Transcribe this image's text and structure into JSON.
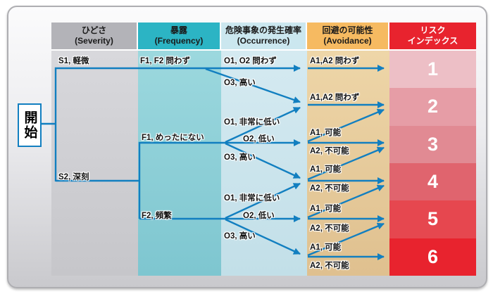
{
  "start": {
    "label": "開始"
  },
  "header": {
    "columns": [
      {
        "title": "ひどさ",
        "subtitle": "(Severity)",
        "bg": "#b3b3b8"
      },
      {
        "title": "暴露",
        "subtitle": "(Frequency)",
        "bg": "#2cb4c4"
      },
      {
        "title": "危険事象の発生確率",
        "subtitle": "(Occurrence)",
        "bg": "#cbe7ef"
      },
      {
        "title": "回避の可能性",
        "subtitle": "(Avoidance)",
        "bg": "#f6ba61"
      },
      {
        "title": "リスク",
        "subtitle": "インデックス",
        "bg": "#e8232e"
      }
    ]
  },
  "labels": [
    {
      "id": "s1-slight",
      "text": "S1, 軽微"
    },
    {
      "id": "f1f2-any",
      "text": "F1, F2 問わず"
    },
    {
      "id": "o1o2-any",
      "text": "O1, O2 問わず"
    },
    {
      "id": "a1a2-any-row1",
      "text": "A1,A2 問わず"
    },
    {
      "id": "o3-high-s1",
      "text": "O3, 高い"
    },
    {
      "id": "a1a2-any-row2",
      "text": "A1,A2 問わず"
    },
    {
      "id": "o1-verylow-f1",
      "text": "O1, 非常に低い"
    },
    {
      "id": "a1-possible-row3",
      "text": "A1, 可能"
    },
    {
      "id": "f1-seldom",
      "text": "F1, めったにない"
    },
    {
      "id": "o2-low-f1",
      "text": "O2, 低い"
    },
    {
      "id": "a2-impossible-row3",
      "text": "A2, 不可能"
    },
    {
      "id": "o3-high-f1",
      "text": "O3, 高い"
    },
    {
      "id": "a1-possible-row4",
      "text": "A1, 可能"
    },
    {
      "id": "s2-serious",
      "text": "S2, 深刻"
    },
    {
      "id": "a2-impossible-row4",
      "text": "A2, 不可能"
    },
    {
      "id": "o1-verylow-f2",
      "text": "O1, 非常に低い"
    },
    {
      "id": "a1-possible-row5",
      "text": "A1, 可能"
    },
    {
      "id": "f2-frequent",
      "text": "F2, 頻繁"
    },
    {
      "id": "o2-low-f2",
      "text": "O2, 低い"
    },
    {
      "id": "a2-impossible-row5",
      "text": "A2, 不可能"
    },
    {
      "id": "o3-high-f2",
      "text": "O3, 高い"
    },
    {
      "id": "a1-possible-row6",
      "text": "A1, 可能"
    },
    {
      "id": "a2-impossible-row6",
      "text": "A2, 不可能"
    }
  ],
  "risk_index": {
    "values": [
      "1",
      "2",
      "3",
      "4",
      "5",
      "6"
    ],
    "row_colors": [
      "#edbfc6",
      "#e69da6",
      "#e18a93",
      "#e0646e",
      "#e6474f",
      "#e8232e"
    ]
  },
  "colors": {
    "arrow_blue": "#127fc0",
    "start_box_border": "#127fc0",
    "card_border": "#aeaeb2"
  }
}
